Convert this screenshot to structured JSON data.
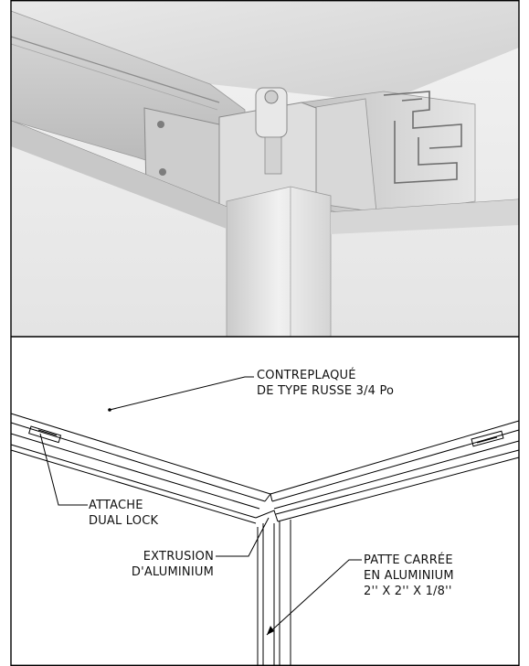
{
  "callouts": {
    "plywood": {
      "line1": "CONTREPLAQUÉ",
      "line2": "DE TYPE RUSSE 3/4 Po"
    },
    "dual_lock": {
      "line1": "ATTACHE",
      "line2": "DUAL LOCK"
    },
    "extrusion": {
      "line1": "EXTRUSION",
      "line2": "D'ALUMINIUM"
    },
    "tube": {
      "line1": "PATTE CARRÉE",
      "line2": "EN ALUMINIUM",
      "line3": "2'' X 2'' X 1/8''"
    }
  }
}
